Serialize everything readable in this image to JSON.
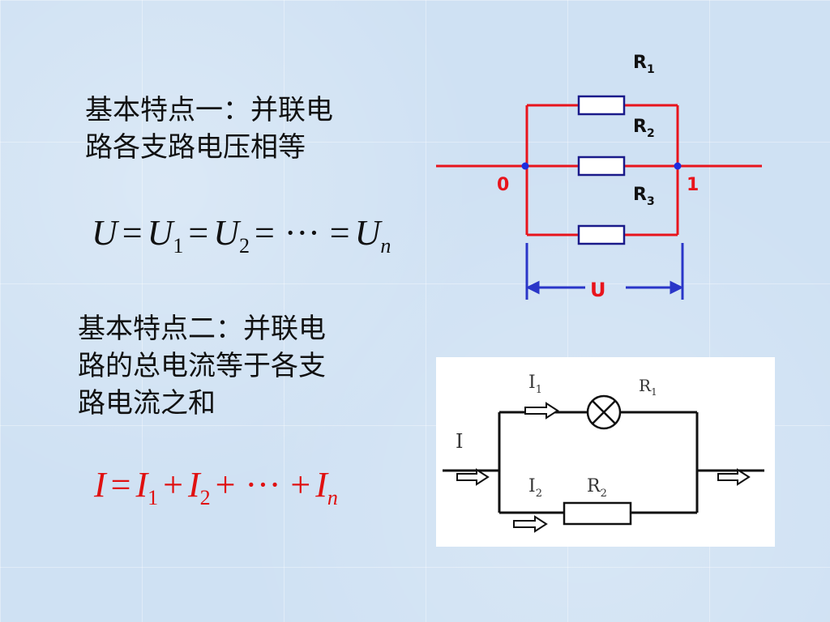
{
  "feature1": {
    "line1": "基本特点一：并联电",
    "line2": "路各支路电压相等"
  },
  "formula1": {
    "lhs": "U",
    "t1": "U",
    "s1": "1",
    "t2": "U",
    "s2": "2",
    "dots": "···",
    "tn": "U",
    "sn": "n",
    "eq": "="
  },
  "feature2": {
    "line1": "基本特点二：并联电",
    "line2": "路的总电流等于各支",
    "line3": "路电流之和"
  },
  "formula2": {
    "lhs": "I",
    "t1": "I",
    "s1": "1",
    "t2": "I",
    "s2": "2",
    "dots": "···",
    "tn": "I",
    "sn": "n",
    "eq": "=",
    "plus": "+"
  },
  "circuit1": {
    "r1": "R",
    "r1_sub": "1",
    "r2": "R",
    "r2_sub": "2",
    "r3": "R",
    "r3_sub": "3",
    "node_left": "0",
    "node_right": "1",
    "voltage": "U",
    "colors": {
      "wire": "#e8141c",
      "node": "#1c2ce0",
      "measure": "#2a36c8",
      "resistor": "#1a1a8a"
    }
  },
  "circuit2": {
    "current_total": "I",
    "current_1": "I",
    "current_1_sub": "1",
    "current_2": "I",
    "current_2_sub": "2",
    "lamp_label": "R",
    "lamp_label_sub": "1",
    "resistor_label": "R",
    "resistor_label_sub": "2"
  }
}
